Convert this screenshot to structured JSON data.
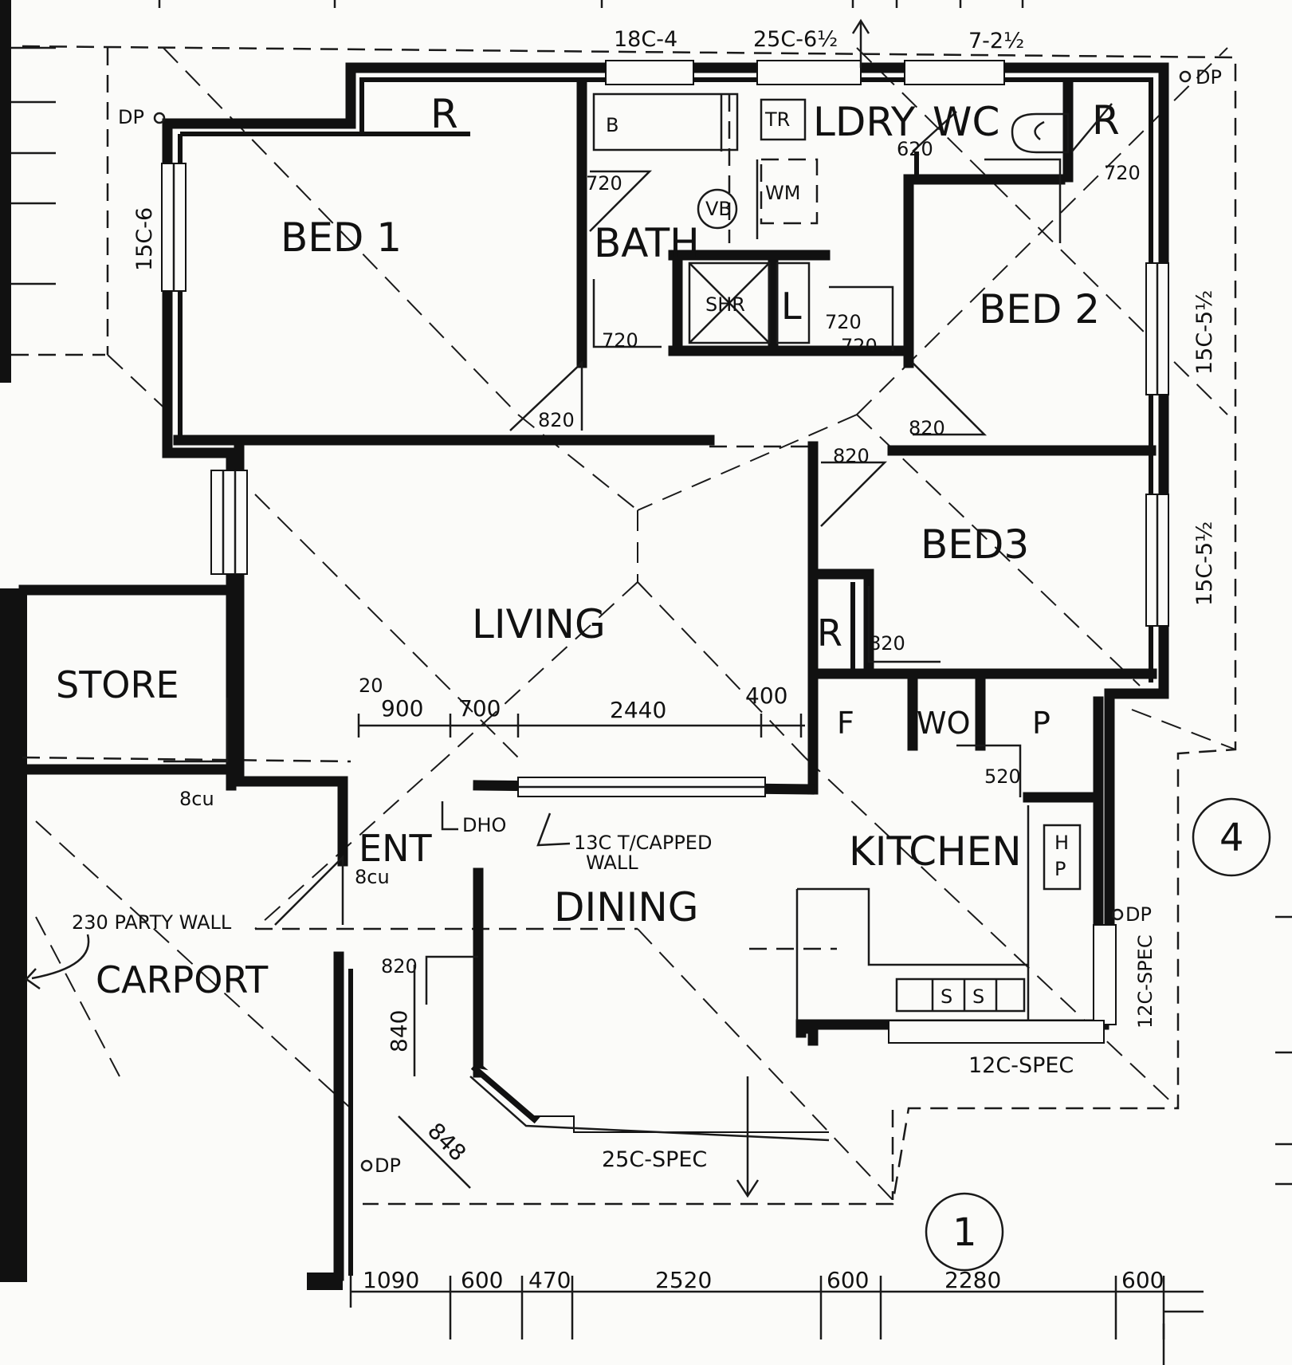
{
  "rooms": {
    "bed1": "BED 1",
    "bed2": "BED 2",
    "bed3": "BED3",
    "bath": "BATH",
    "ldry": "LDRY",
    "wc": "WC",
    "living": "LIVING",
    "dining": "DINING",
    "kitchen": "KITCHEN",
    "store": "STORE",
    "carport": "CARPORT",
    "entry": "ENT"
  },
  "fixtures": {
    "robe": "R",
    "bath_tub": "B",
    "trough": "TR",
    "washing_machine": "WM",
    "vanity_basin": "VB",
    "shower": "SHR",
    "linen": "L",
    "fridge": "F",
    "wall_oven": "WO",
    "pantry": "P",
    "hotplate_h": "H",
    "hotplate_p": "P",
    "sink": "S",
    "downpipe": "DP"
  },
  "doors": {
    "d720": "720",
    "d820": "820",
    "d620": "620",
    "d520": "520",
    "d8cu": "8cu"
  },
  "windows": {
    "w_bed1_side": "15C-6",
    "w_top_a": "18C-4",
    "w_top_b": "25C-6½",
    "w_top_c": "7-2½",
    "w_bed2": "15C-5½",
    "w_bed3": "15C-5½",
    "w_kitchen_side": "12C-SPEC",
    "w_kitchen_bottom": "12C-SPEC",
    "w_dining": "25C-SPEC"
  },
  "notes": {
    "dho": "DHO",
    "capped_wall_1": "13C T/CAPPED",
    "capped_wall_2": "WALL",
    "party_wall": "230 PARTY WALL"
  },
  "dimensions": {
    "top": [
      "20",
      "900",
      "700",
      "2440",
      "400"
    ],
    "bottom": [
      "1090",
      "600",
      "470",
      "2520",
      "600",
      "2280",
      "600"
    ],
    "bay_840": "840",
    "bay_848": "848"
  },
  "elevation_markers": [
    "1",
    "4"
  ]
}
